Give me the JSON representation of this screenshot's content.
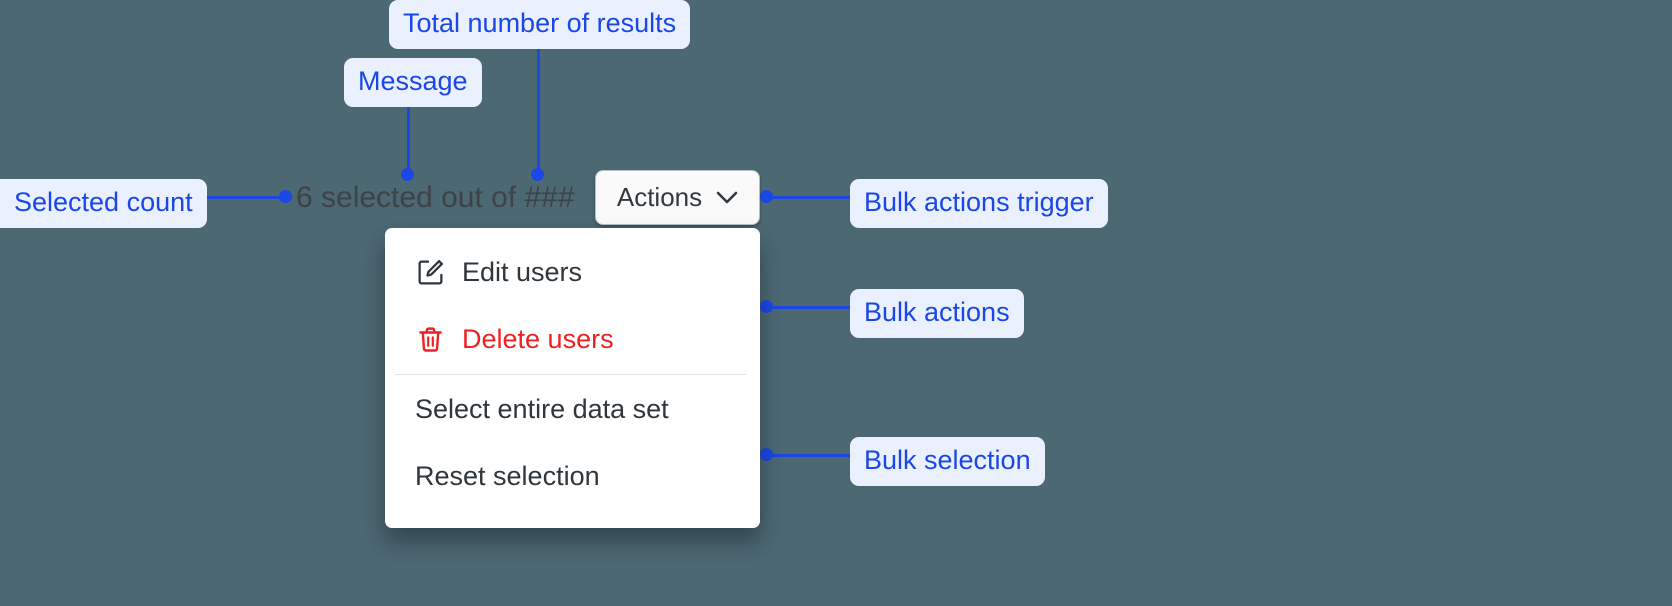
{
  "canvas": {
    "background_color": "#4c6873",
    "annotation_color": "#1a47e5",
    "annotation_pill_background": "#eaf0fd"
  },
  "annotations": [
    {
      "id": "total-results",
      "label": "Total number of results"
    },
    {
      "id": "message",
      "label": "Message"
    },
    {
      "id": "selected-count",
      "label": "Selected count"
    },
    {
      "id": "bulk-actions-trigger",
      "label": "Bulk actions trigger"
    },
    {
      "id": "bulk-actions",
      "label": "Bulk actions"
    },
    {
      "id": "bulk-selection",
      "label": "Bulk selection"
    }
  ],
  "component": {
    "selection_message": {
      "full_text": "6 selected out of ###",
      "selected_count": "6",
      "middle_text": " selected out of ",
      "total_placeholder": "###",
      "text_color": "#3d4348"
    },
    "actions_trigger": {
      "label": "Actions",
      "chevron_icon": "chevron-down-icon",
      "expanded": true
    },
    "actions_menu": {
      "groups": [
        {
          "name": "bulk-actions",
          "items": [
            {
              "label": "Edit users",
              "icon": "edit-pencil-icon",
              "tone": "default"
            },
            {
              "label": "Delete users",
              "icon": "trash-icon",
              "tone": "danger",
              "color": "#ee2222"
            }
          ]
        },
        {
          "name": "bulk-selection",
          "items": [
            {
              "label": "Select entire data set",
              "icon": null,
              "tone": "default"
            },
            {
              "label": "Reset selection",
              "icon": null,
              "tone": "default"
            }
          ]
        }
      ]
    }
  }
}
